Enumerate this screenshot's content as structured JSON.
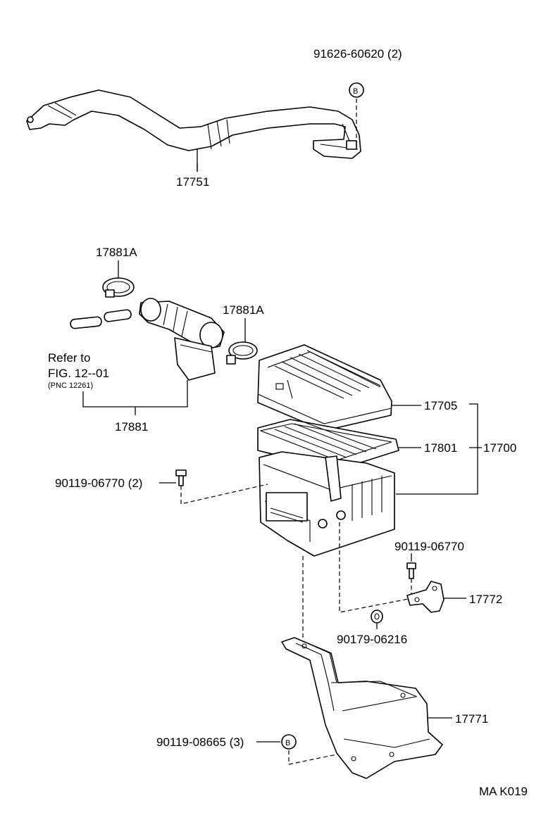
{
  "callouts": {
    "p91626": "91626-60620 (2)",
    "p17751": "17751",
    "p17881a_top": "17881A",
    "p17881a_right": "17881A",
    "refer_line1": "Refer to",
    "refer_line2": "FIG. 12--01",
    "refer_line3": "(PNC 12261)",
    "p17881": "17881",
    "p17705": "17705",
    "p17801": "17801",
    "p17700": "17700",
    "p90119_06770_2": "90119-06770 (2)",
    "p90119_06770": "90119-06770",
    "p17772": "17772",
    "p90179": "90179-06216",
    "p17771": "17771",
    "p90119_08665": "90119-08665 (3)",
    "fig_code": "MA K019"
  },
  "symbols": {
    "bolt_marker_top": "B",
    "bolt_marker_bottom": "B"
  }
}
